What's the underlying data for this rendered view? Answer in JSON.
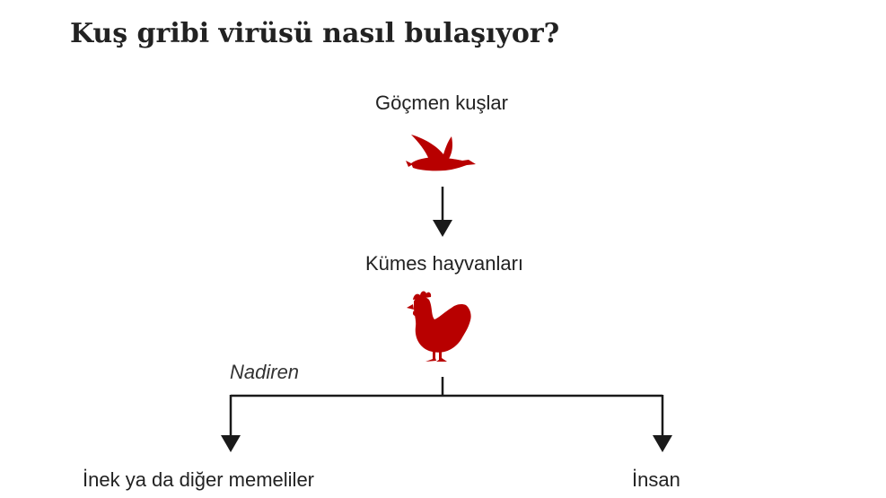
{
  "title": "Kuş gribi virüsü nasıl bulaşıyor?",
  "nodes": {
    "migratory_birds": {
      "label": "Göçmen kuşlar",
      "icon": "goose-icon"
    },
    "poultry": {
      "label": "Kümes hayvanları",
      "icon": "hen-icon"
    },
    "mammals": {
      "label": "İnek ya da diğer memeliler"
    },
    "human": {
      "label": "İnsan"
    }
  },
  "annotation": "Nadiren",
  "colors": {
    "icon": "#b80000",
    "line": "#1a1a1a",
    "text": "#222222"
  }
}
